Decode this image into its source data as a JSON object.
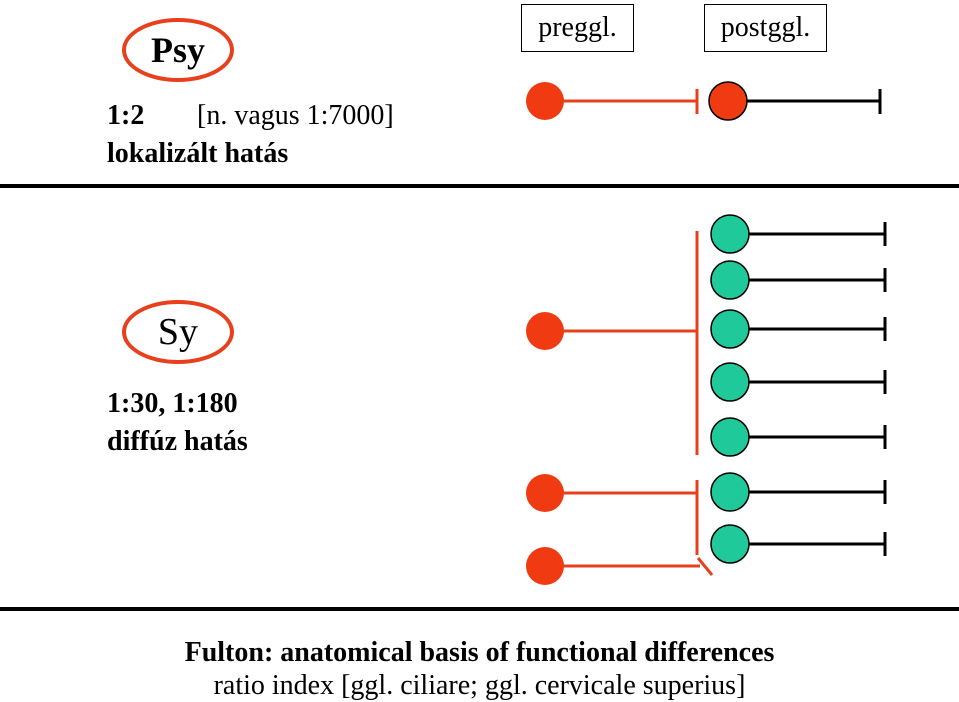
{
  "psy_section": {
    "label": "Psy",
    "ratio": "1:2",
    "vagus": "[n. vagus 1:7000]",
    "effect": "lokalizált hatás"
  },
  "sy_section": {
    "label": "Sy",
    "ratio": "1:30, 1:180",
    "effect": "diffúz hatás"
  },
  "column_headers": {
    "pre": "preggl.",
    "post": "postggl."
  },
  "footer": {
    "line1": "Fulton: anatomical basis of functional differences",
    "line2": "ratio index [ggl. ciliare; ggl. cervicale superius]"
  },
  "colors": {
    "preganglionic": "#f03a12",
    "psy_postganglionic": "#f03a12",
    "sy_postganglionic": "#1fc99a",
    "axon_red": "#e8401c",
    "axon_black": "#000000",
    "oval_border": "#e8401c"
  }
}
